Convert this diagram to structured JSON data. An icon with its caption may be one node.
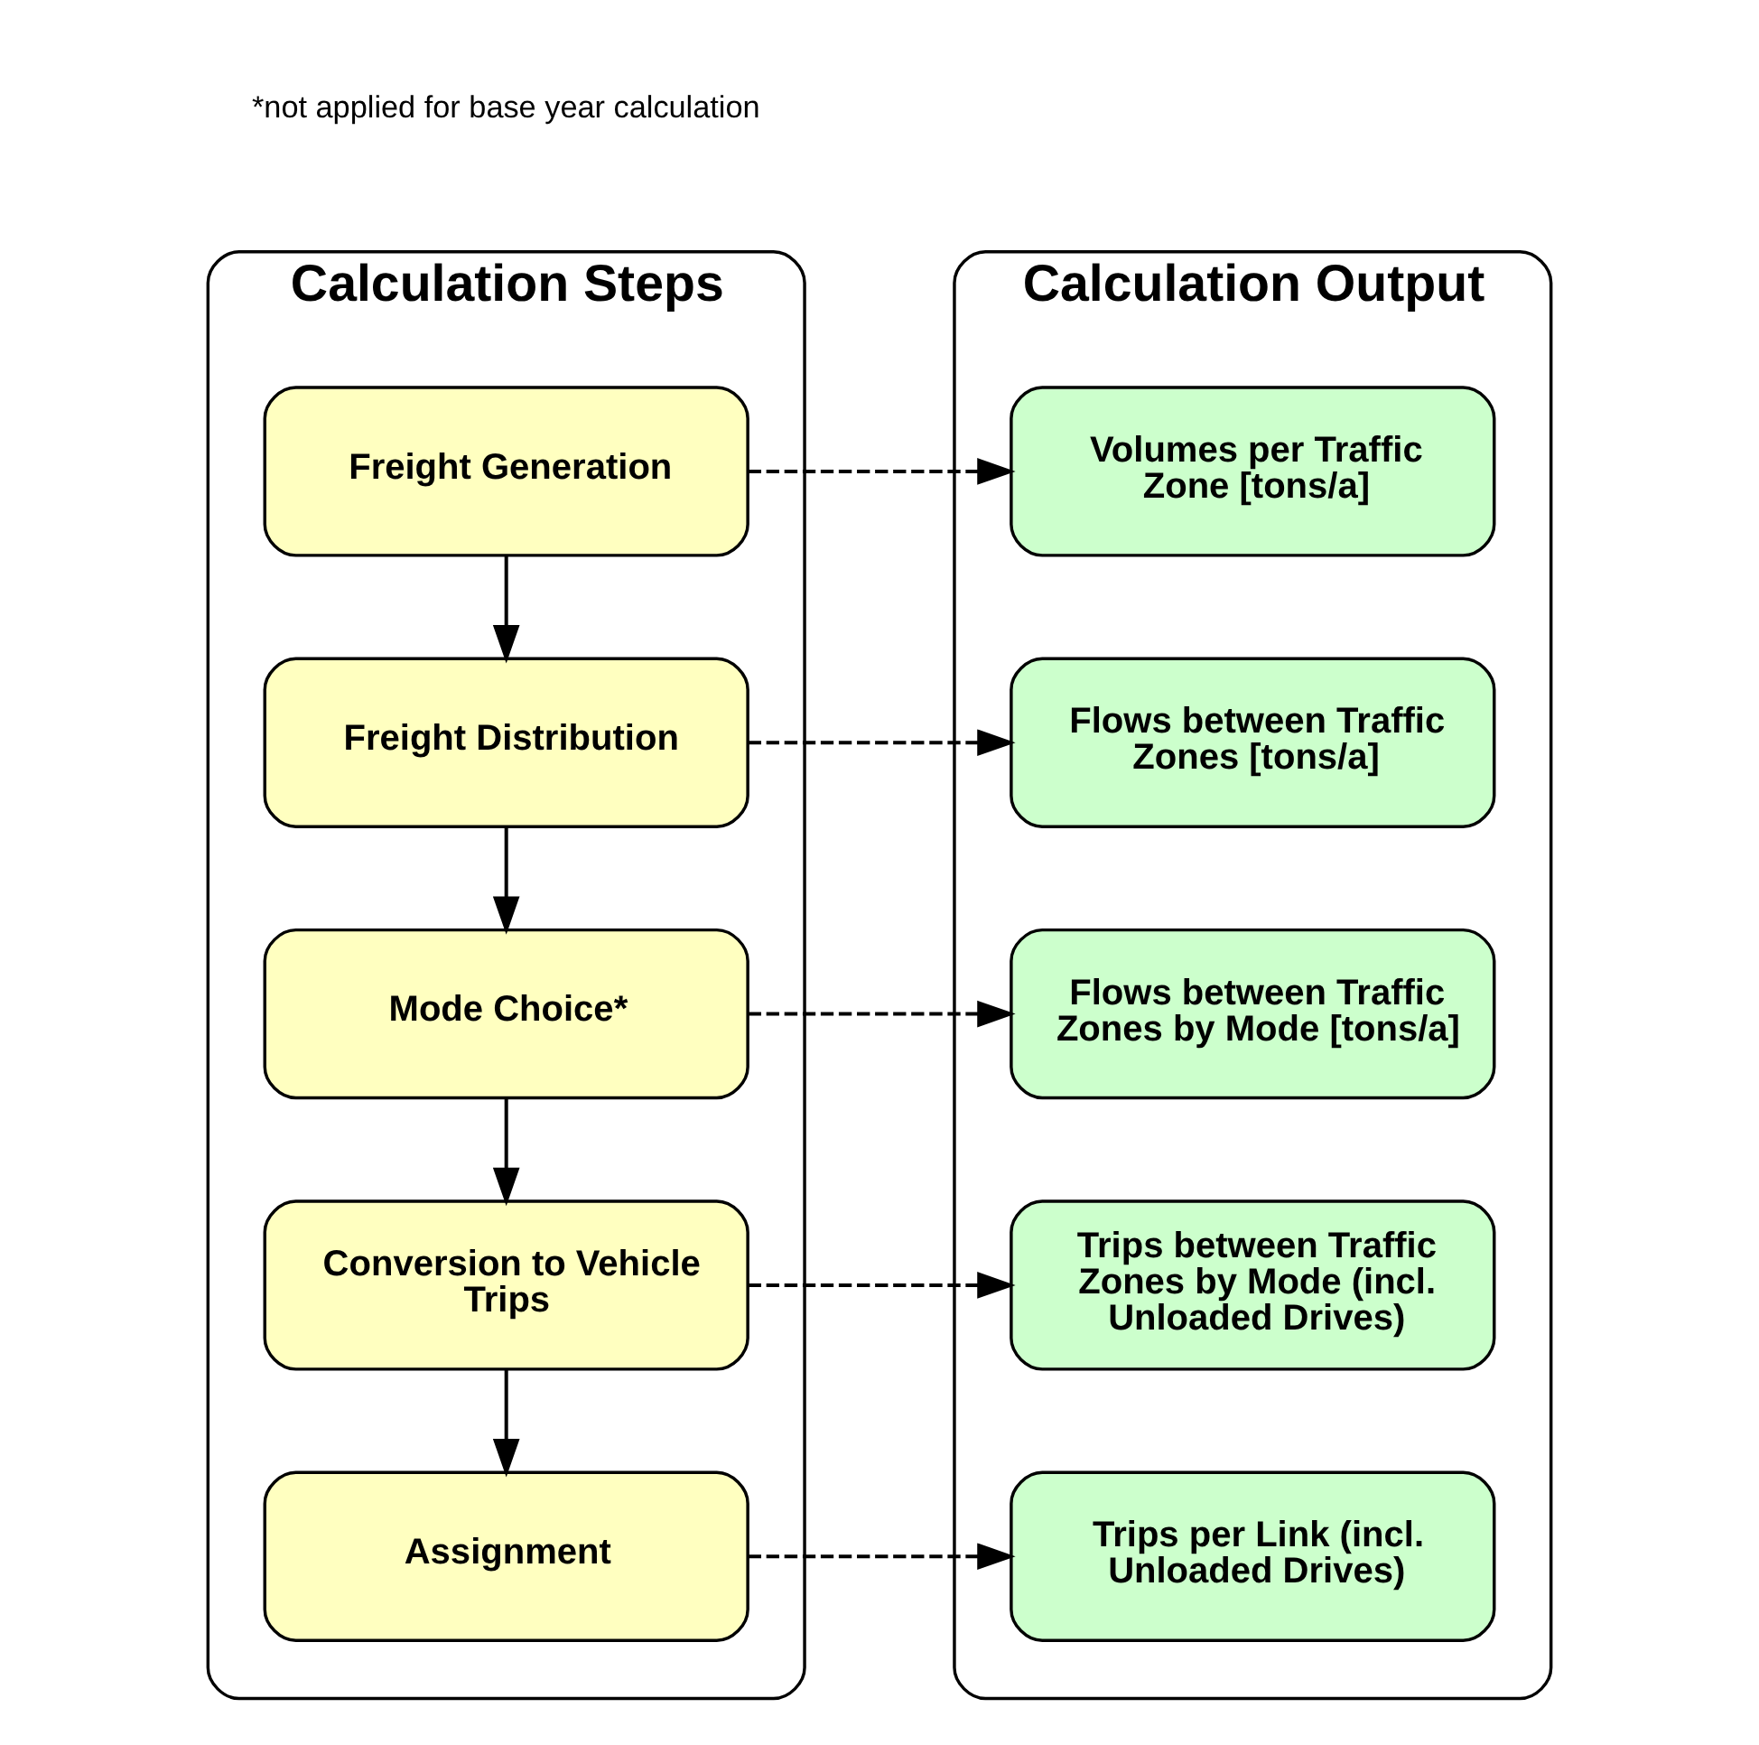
{
  "diagram": {
    "nodes": [
      {
        "text": [
          "Calculation Steps"
        ]
      },
      {
        "text": [
          "Freight Generation"
        ],
        "in": 0
      },
      {
        "text": [
          "Freight Distribution"
        ],
        "in": 0
      },
      {
        "text": [
          "Mode Choice*"
        ],
        "in": 0
      },
      {
        "text": [
          "Conversion to Vehicle Trips"
        ],
        "in": 0
      },
      {
        "text": [
          "Assignment"
        ],
        "in": 0
      },
      {
        "text": [
          "Calculation Output"
        ]
      },
      {
        "text": [
          "Volumes per Traffic Zone [tons/a]"
        ],
        "in": 6
      },
      {
        "text": [
          "Flows between Traffic Zones [tons/a]"
        ],
        "in": 6
      },
      {
        "text": [
          "Flows between Traffic Zones by Mode [tons/a]"
        ],
        "in": 6
      },
      {
        "text": [
          "Trips between Traffic Zones by Mode (incl. Unloaded Drives)"
        ],
        "in": 6
      },
      {
        "text": [
          "Trips per Link (incl. Unloaded Drives)"
        ],
        "in": 6
      }
    ],
    "edges": [
      {
        "from": 1,
        "to": 2,
        "arrow": "to"
      },
      {
        "from": 2,
        "to": 3,
        "arrow": "to"
      },
      {
        "from": 3,
        "to": 4,
        "arrow": "to"
      },
      {
        "from": 4,
        "to": 5,
        "arrow": "to"
      },
      {
        "from": 1,
        "to": 7,
        "arrow": "to",
        "style": "dashed"
      },
      {
        "from": 2,
        "to": 8,
        "arrow": "to",
        "style": "dashed"
      },
      {
        "from": 3,
        "to": 9,
        "arrow": "to",
        "style": "dashed"
      },
      {
        "from": 4,
        "to": 10,
        "arrow": "to",
        "style": "dashed"
      },
      {
        "from": 5,
        "to": 11,
        "arrow": "to",
        "style": "dashed"
      }
    ],
    "labels": [
      "*not applied for base year calculation"
    ]
  }
}
